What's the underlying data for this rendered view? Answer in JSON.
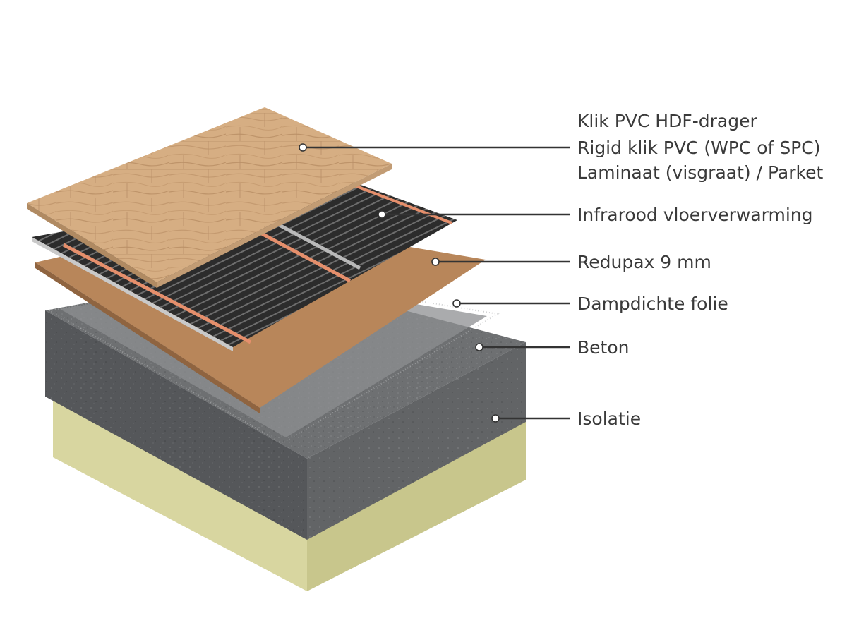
{
  "layers": [
    {
      "id": "top-floor",
      "lines": [
        "Klik PVC HDF-drager",
        "Rigid klik PVC (WPC of SPC)",
        "Laminaat (visgraat) / Parket"
      ]
    },
    {
      "id": "infrared-heating",
      "lines": [
        "Infrarood vloerverwarming"
      ]
    },
    {
      "id": "redupax",
      "lines": [
        "Redupax 9 mm"
      ]
    },
    {
      "id": "vapor-foil",
      "lines": [
        "Dampdichte folie"
      ]
    },
    {
      "id": "concrete",
      "lines": [
        "Beton"
      ]
    },
    {
      "id": "insulation",
      "lines": [
        "Isolatie"
      ]
    }
  ],
  "colors": {
    "wood": "#d6ae83",
    "heating_film": "#2a2a2a",
    "heating_stripe": "#e58f6c",
    "redupax": "#b8865a",
    "concrete": "#6e7072",
    "insulation": "#d8d6a0",
    "leader": "#333333",
    "text": "#3a3a3a"
  }
}
